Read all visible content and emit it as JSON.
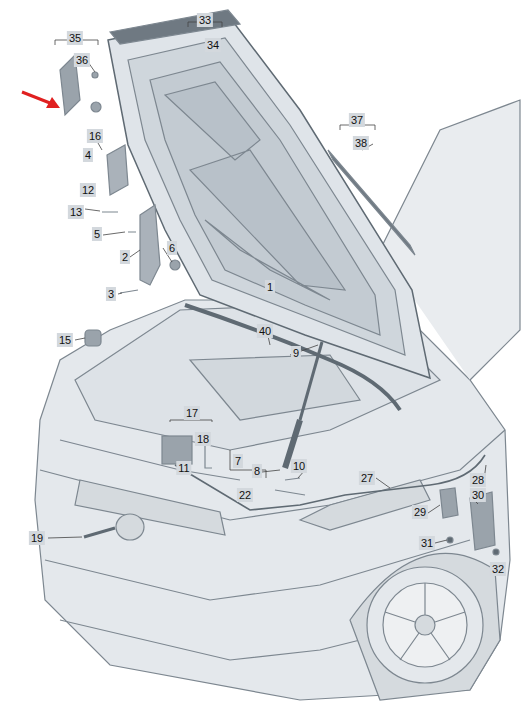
{
  "diagram": {
    "labels": [
      "35",
      "36",
      "33",
      "34",
      "37",
      "38",
      "16",
      "4",
      "12",
      "13",
      "5",
      "2",
      "6",
      "3",
      "1",
      "15",
      "40",
      "9",
      "17",
      "18",
      "11",
      "7",
      "8",
      "10",
      "27",
      "28",
      "22",
      "29",
      "30",
      "19",
      "31",
      "32"
    ]
  }
}
